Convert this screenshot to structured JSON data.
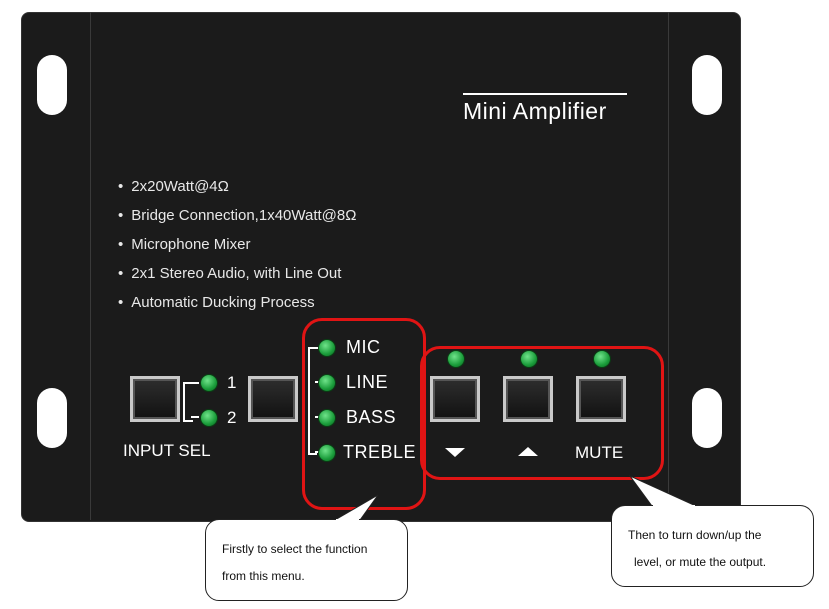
{
  "device": {
    "title": "Mini Amplifier",
    "features": [
      "2x20Watt@4Ω",
      "Bridge Connection,1x40Watt@8Ω",
      "Microphone Mixer",
      "2x1 Stereo Audio, with Line Out",
      "Automatic Ducking Process"
    ],
    "input_labels": [
      "1",
      "2"
    ],
    "input_sel_label": "INPUT SEL",
    "menu_items": [
      "MIC",
      "LINE",
      "BASS",
      "TREBLE"
    ],
    "mute_label": "MUTE",
    "led_color": "#1a9c3a",
    "highlight_color": "#e01414"
  },
  "callouts": {
    "menu": [
      "Firstly to select the function",
      "from this menu."
    ],
    "level": [
      "Then to turn down/up the",
      "level, or mute the output."
    ]
  }
}
